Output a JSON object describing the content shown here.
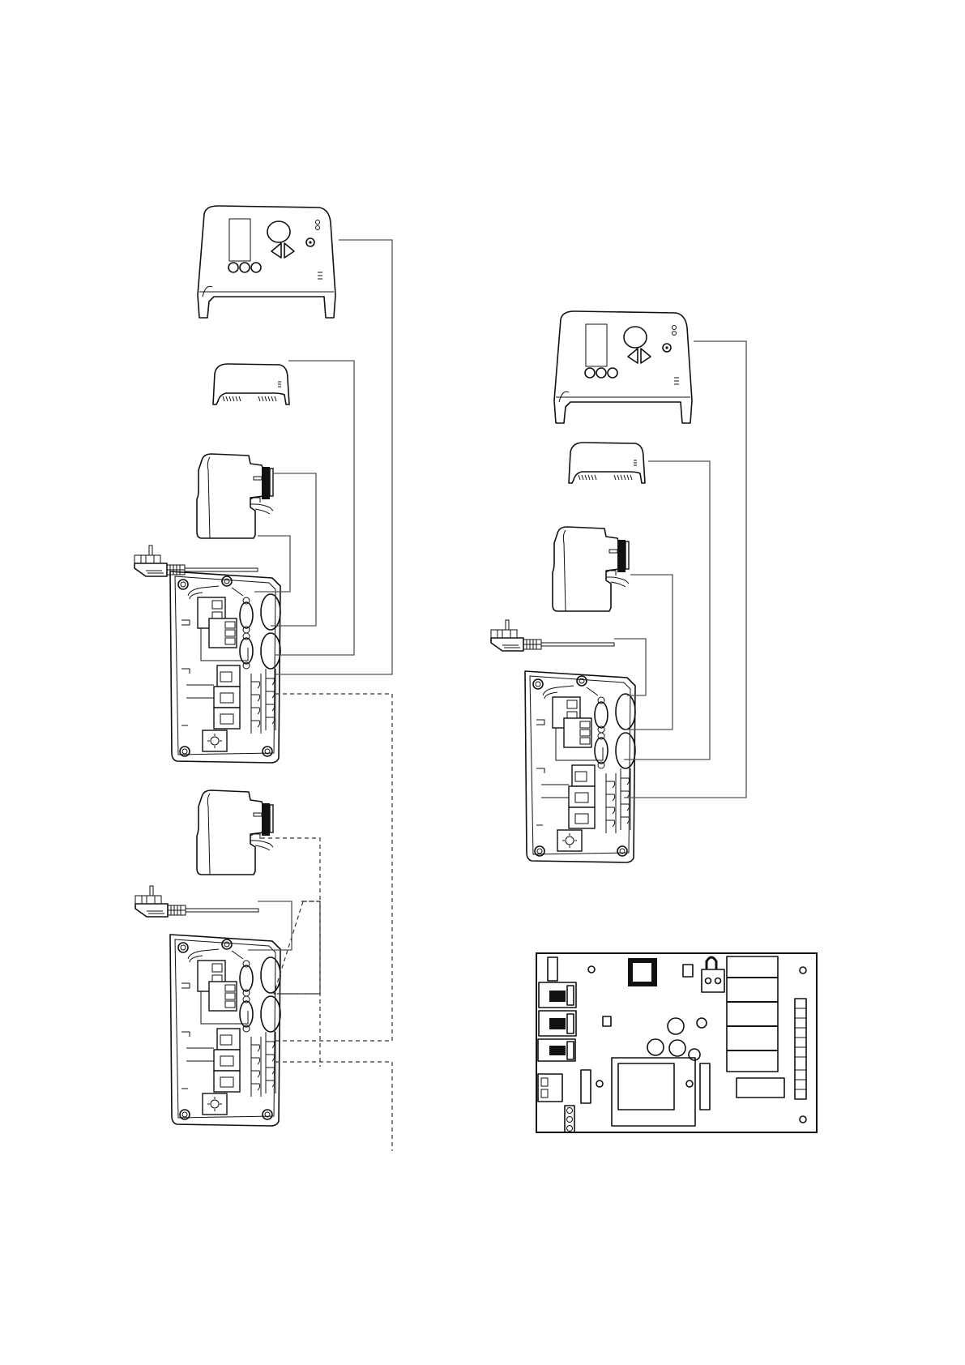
{
  "diagram": {
    "type": "wiring-installation-diagram",
    "has_visible_text": false,
    "colors": {
      "line": "#111111",
      "wire": "#555555",
      "background": "#ffffff"
    },
    "groups": [
      {
        "id": "left-upper",
        "components": [
          "display-cover",
          "sensor-cover",
          "plug-in-module",
          "power-plug-cable",
          "terminal-base"
        ],
        "connections": [
          {
            "from": "display-cover",
            "to": "terminal-base",
            "style": "solid"
          },
          {
            "from": "sensor-cover",
            "to": "terminal-base",
            "style": "solid"
          },
          {
            "from": "plug-in-module",
            "to": "terminal-base",
            "style": "solid"
          },
          {
            "from": "power-plug-cable",
            "to": "terminal-base",
            "style": "solid"
          },
          {
            "from": "terminal-base",
            "to": "left-lower",
            "style": "dashed"
          }
        ]
      },
      {
        "id": "left-lower",
        "components": [
          "plug-in-module",
          "power-plug-cable",
          "terminal-base"
        ],
        "connections": [
          {
            "from": "plug-in-module",
            "to": "terminal-base",
            "style": "dashed"
          },
          {
            "from": "power-plug-cable",
            "to": "terminal-base",
            "style": "solid"
          },
          {
            "from": "terminal-base",
            "to": "continuation",
            "style": "dashed"
          }
        ]
      },
      {
        "id": "right",
        "components": [
          "display-cover",
          "sensor-cover",
          "plug-in-module",
          "power-plug-cable",
          "terminal-base"
        ],
        "connections": [
          {
            "from": "display-cover",
            "to": "terminal-base",
            "style": "solid"
          },
          {
            "from": "sensor-cover",
            "to": "terminal-base",
            "style": "solid"
          },
          {
            "from": "plug-in-module",
            "to": "terminal-base",
            "style": "solid"
          },
          {
            "from": "power-plug-cable",
            "to": "terminal-base",
            "style": "solid"
          }
        ]
      },
      {
        "id": "circuit-board",
        "components": [
          "rj-jack",
          "rj-jack",
          "rj-jack",
          "microcontroller",
          "jumper",
          "fuse-holder",
          "relay",
          "relay",
          "relay",
          "relay",
          "transformer",
          "capacitors",
          "terminal-strip"
        ]
      }
    ]
  }
}
